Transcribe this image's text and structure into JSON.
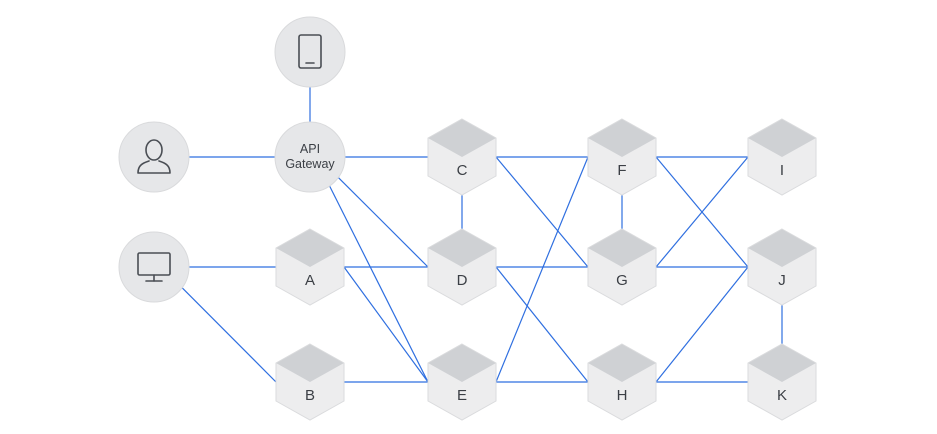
{
  "gateway": {
    "line1": "API",
    "line2": "Gateway"
  },
  "clients": [
    {
      "id": "tablet",
      "icon": "tablet-icon"
    },
    {
      "id": "user",
      "icon": "user-icon"
    },
    {
      "id": "desktop",
      "icon": "monitor-icon"
    }
  ],
  "services": [
    {
      "id": "A",
      "label": "A"
    },
    {
      "id": "B",
      "label": "B"
    },
    {
      "id": "C",
      "label": "C"
    },
    {
      "id": "D",
      "label": "D"
    },
    {
      "id": "E",
      "label": "E"
    },
    {
      "id": "F",
      "label": "F"
    },
    {
      "id": "G",
      "label": "G"
    },
    {
      "id": "H",
      "label": "H"
    },
    {
      "id": "I",
      "label": "I"
    },
    {
      "id": "J",
      "label": "J"
    },
    {
      "id": "K",
      "label": "K"
    }
  ],
  "edges": [
    [
      "tablet",
      "gateway"
    ],
    [
      "user",
      "gateway"
    ],
    [
      "desktop",
      "A"
    ],
    [
      "desktop",
      "B"
    ],
    [
      "gateway",
      "C"
    ],
    [
      "gateway",
      "D"
    ],
    [
      "gateway",
      "E"
    ],
    [
      "C",
      "D"
    ],
    [
      "A",
      "D"
    ],
    [
      "A",
      "E"
    ],
    [
      "B",
      "E"
    ],
    [
      "C",
      "F"
    ],
    [
      "C",
      "G"
    ],
    [
      "D",
      "G"
    ],
    [
      "D",
      "H"
    ],
    [
      "E",
      "F"
    ],
    [
      "E",
      "H"
    ],
    [
      "F",
      "G"
    ],
    [
      "F",
      "I"
    ],
    [
      "F",
      "J"
    ],
    [
      "G",
      "I"
    ],
    [
      "G",
      "J"
    ],
    [
      "H",
      "J"
    ],
    [
      "H",
      "K"
    ],
    [
      "J",
      "K"
    ]
  ],
  "colors": {
    "edge": "#2f6fe0",
    "node": "#ededee",
    "node_top": "#cfd1d4",
    "text": "#3b3f45"
  }
}
